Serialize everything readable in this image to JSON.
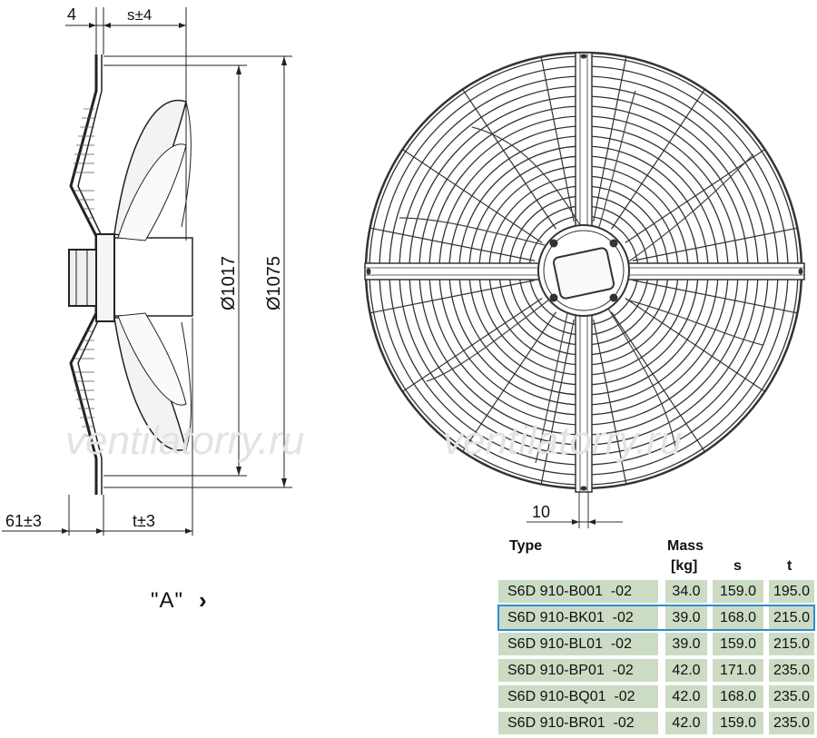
{
  "side_view": {
    "dim_4": "4",
    "dim_s": "s±4",
    "dim_d1017": "Ø1017",
    "dim_d1075": "Ø1075",
    "dim_61": "61±3",
    "dim_t": "t±3"
  },
  "front_view": {
    "dim_10": "10"
  },
  "watermarks": [
    "ventilatorry.ru",
    "ventilatorry.ru"
  ],
  "view_label": "\"A\"",
  "view_chevron": "›",
  "table": {
    "headers": {
      "type": "Type",
      "mass_line1": "Mass",
      "mass_line2": "[kg]",
      "s": "s",
      "t": "t"
    },
    "selected_row": 1,
    "rows": [
      {
        "type": "S6D 910-B001  -02",
        "mass": "34.0",
        "s": "159.0",
        "t": "195.0"
      },
      {
        "type": "S6D 910-BK01  -02",
        "mass": "39.0",
        "s": "168.0",
        "t": "215.0"
      },
      {
        "type": "S6D 910-BL01  -02",
        "mass": "39.0",
        "s": "159.0",
        "t": "215.0"
      },
      {
        "type": "S6D 910-BP01  -02",
        "mass": "42.0",
        "s": "171.0",
        "t": "235.0"
      },
      {
        "type": "S6D 910-BQ01  -02",
        "mass": "42.0",
        "s": "168.0",
        "t": "235.0"
      },
      {
        "type": "S6D 910-BR01  -02",
        "mass": "42.0",
        "s": "159.0",
        "t": "235.0"
      }
    ]
  },
  "colors": {
    "row_fill": "#ccdbc4",
    "selection": "#2a8fd0",
    "line": "#222222"
  }
}
